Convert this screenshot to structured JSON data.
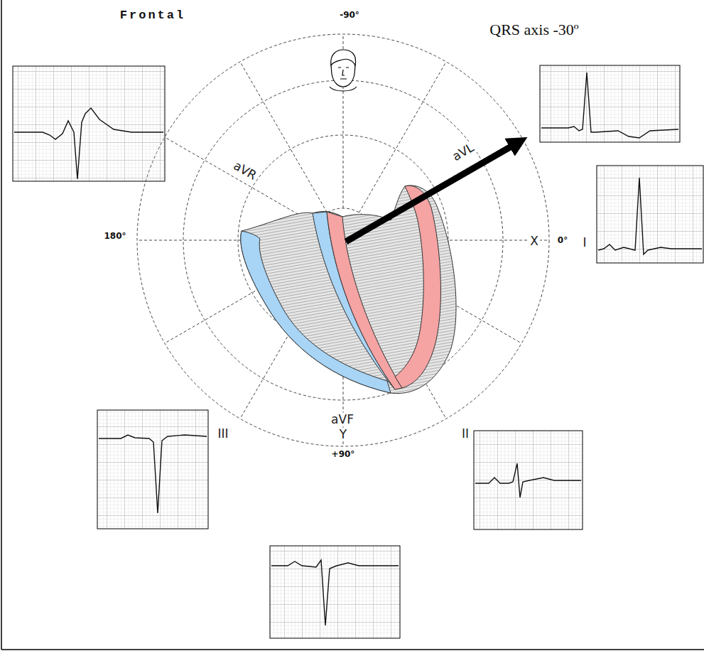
{
  "diagram": {
    "labels": [
      "Frontal",
      "-90°",
      "QRS axis -30º",
      "aVR",
      "aVL",
      "180°",
      "X",
      "0°",
      "I",
      "III",
      "aVF",
      "Y",
      "II",
      "+90°"
    ]
  }
}
